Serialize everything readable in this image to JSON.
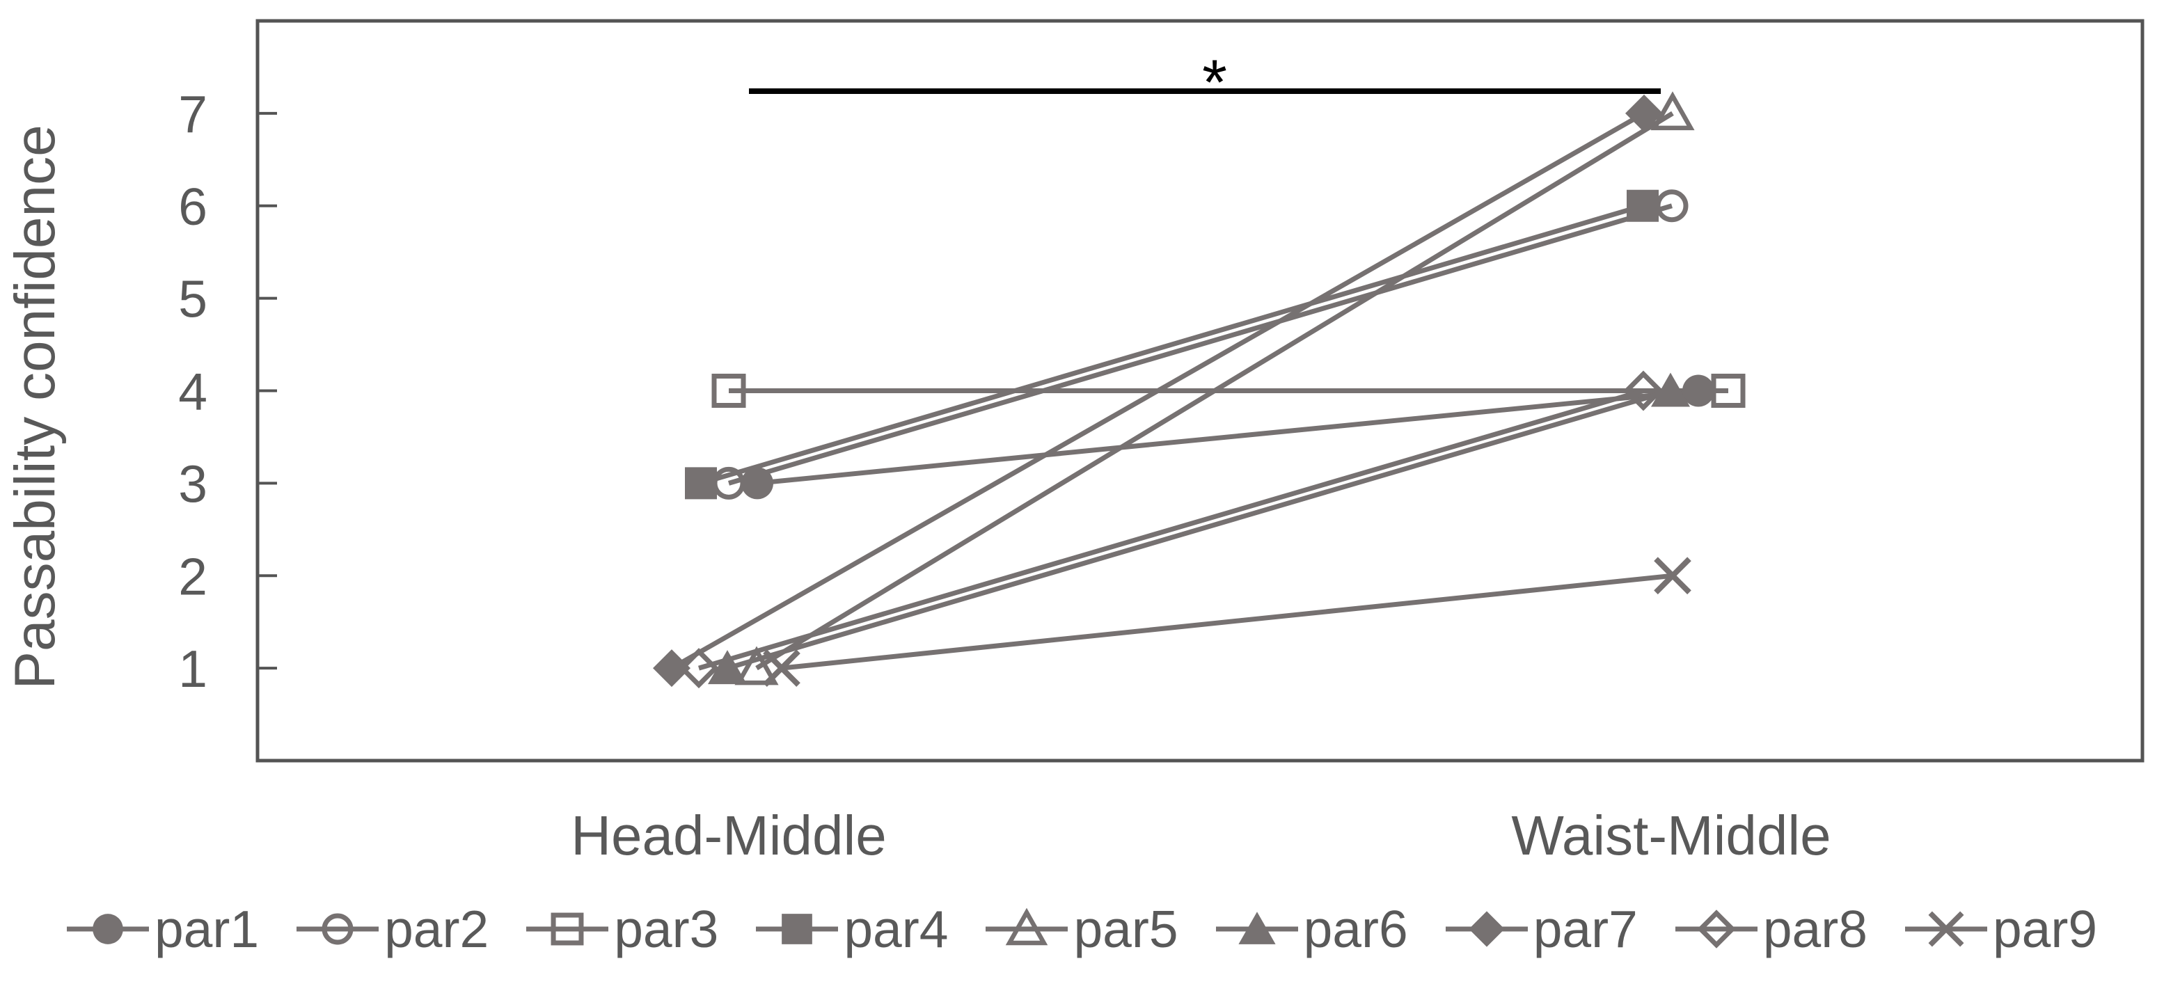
{
  "chart_data": {
    "type": "line",
    "title": "",
    "xlabel": "",
    "ylabel": "Passability confidence",
    "categories": [
      "Head-Middle",
      "Waist-Middle"
    ],
    "y_ticks": [
      1,
      2,
      3,
      4,
      5,
      6,
      7
    ],
    "ylim": [
      0,
      8
    ],
    "grid": false,
    "legend_position": "bottom",
    "series": [
      {
        "name": "par1",
        "marker": "circle-filled",
        "values": [
          3,
          4
        ]
      },
      {
        "name": "par2",
        "marker": "circle-open",
        "values": [
          3,
          6
        ]
      },
      {
        "name": "par3",
        "marker": "square-open",
        "values": [
          4,
          4
        ]
      },
      {
        "name": "par4",
        "marker": "square-filled",
        "values": [
          3,
          6
        ]
      },
      {
        "name": "par5",
        "marker": "triangle-open",
        "values": [
          1,
          7
        ]
      },
      {
        "name": "par6",
        "marker": "triangle-filled",
        "values": [
          1,
          4
        ]
      },
      {
        "name": "par7",
        "marker": "diamond-filled",
        "values": [
          1,
          7
        ]
      },
      {
        "name": "par8",
        "marker": "diamond-open",
        "values": [
          1,
          4
        ]
      },
      {
        "name": "par9",
        "marker": "x",
        "values": [
          1,
          2
        ]
      }
    ],
    "annotation": {
      "text": "*",
      "from": "Head-Middle",
      "to": "Waist-Middle"
    },
    "colors": {
      "series": "#767171",
      "axis": "#545454",
      "text": "#595959",
      "significance": "#000000",
      "background": "#ffffff"
    },
    "marker_offsets_px": {
      "par1": [
        41,
        39
      ],
      "par2": [
        0,
        1
      ],
      "par3": [
        0,
        82
      ],
      "par4": [
        -40,
        -41
      ],
      "par5": [
        40,
        2
      ],
      "par6": [
        -2,
        -1
      ],
      "par7": [
        -82,
        -39
      ],
      "par8": [
        -43,
        -40
      ],
      "par9": [
        76,
        2
      ]
    }
  }
}
